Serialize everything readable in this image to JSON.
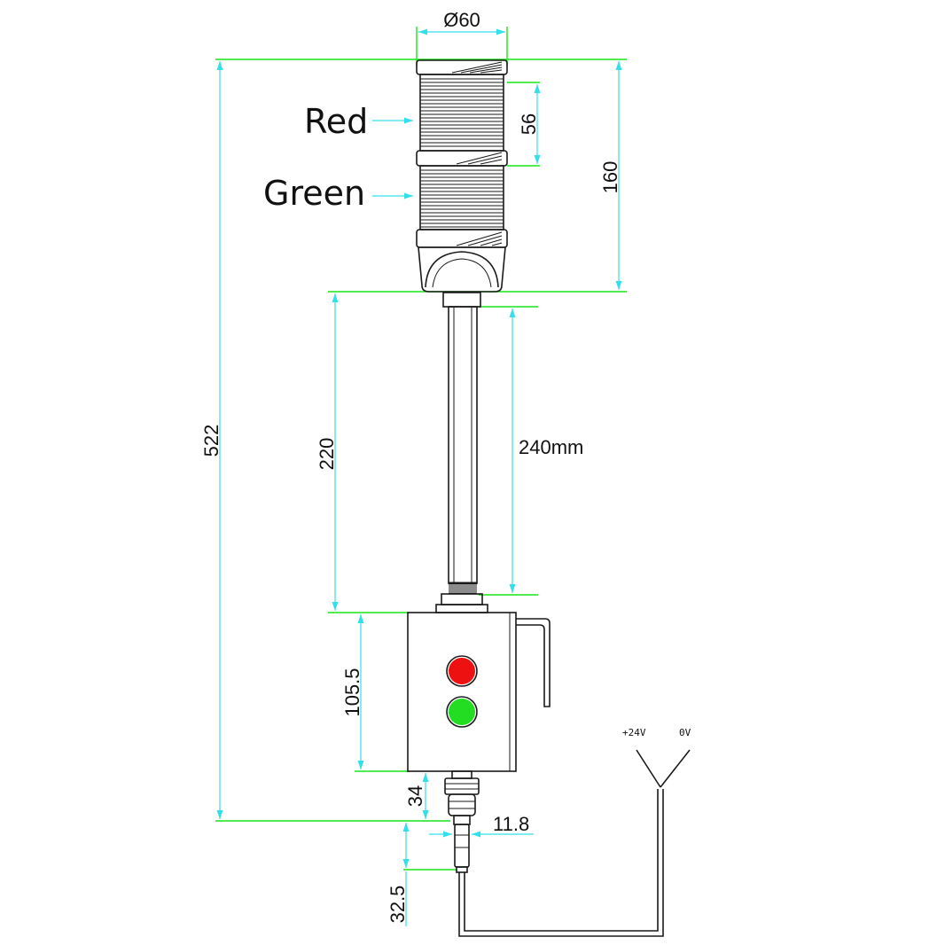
{
  "labels": {
    "red": "Red",
    "green": "Green"
  },
  "dimensions": {
    "diameter": "Ø60",
    "segment_height": "56",
    "head_height": "160",
    "total_height": "522",
    "pole_length": "220",
    "pole_overall": "240mm",
    "box_height": "105.5",
    "gland_height": "34",
    "plug_diameter": "11.8",
    "plug_length": "32.5"
  },
  "wiring": {
    "positive": "+24V",
    "negative": "0V"
  },
  "indicators": [
    {
      "name": "red",
      "color": "#ee1111"
    },
    {
      "name": "green",
      "color": "#22dd22"
    }
  ],
  "colors": {
    "extension_lines": "#19e619",
    "dimension_lines": "#33dfea"
  }
}
